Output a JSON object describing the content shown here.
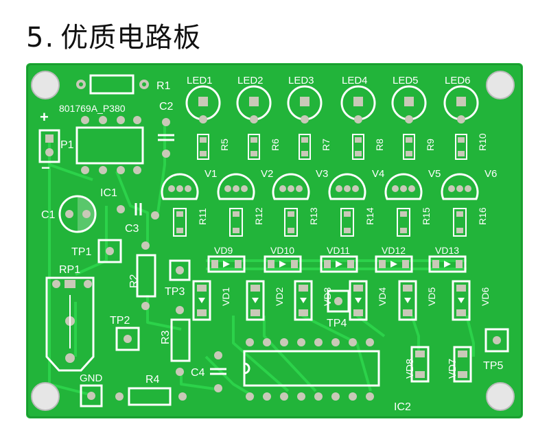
{
  "heading": {
    "number": "5",
    "separator": ".",
    "title": "优质电路板"
  },
  "board": {
    "code": "801769A_P380",
    "board_id": "KS-56-11",
    "colors": {
      "pcb": "#22b43a",
      "pcb_dark": "#1a9a2f",
      "trace": "#2cd24a",
      "pad": "#c9c9b8",
      "silk": "#ffffff"
    },
    "leds": [
      "LED1",
      "LED2",
      "LED3",
      "LED4",
      "LED5",
      "LED6"
    ],
    "r_top": [
      "R5",
      "R6",
      "R7",
      "R8",
      "R9",
      "R10"
    ],
    "transistors": [
      "V1",
      "V2",
      "V3",
      "V4",
      "V5",
      "V6"
    ],
    "r_mid": [
      "R11",
      "R12",
      "R13",
      "R14",
      "R15",
      "R16"
    ],
    "vd_row": [
      "VD9",
      "VD10",
      "VD11",
      "VD12",
      "VD13"
    ],
    "vd_col": [
      "VD1",
      "VD2",
      "VD3",
      "VD4",
      "VD5",
      "VD6"
    ],
    "labels": {
      "r1": "R1",
      "c2": "C2",
      "p1": "P1",
      "plus": "+",
      "minus": "−",
      "ic1": "IC1",
      "c1": "C1",
      "c3": "C3",
      "tp1": "TP1",
      "rp1": "RP1",
      "r2": "R2",
      "tp3": "TP3",
      "tp2": "TP2",
      "r3": "R3",
      "c4": "C4",
      "tp4": "TP4",
      "gnd": "GND",
      "r4": "R4",
      "ic2": "IC2",
      "vd8": "VD8",
      "vd7": "VD7",
      "tp5": "TP5"
    }
  }
}
